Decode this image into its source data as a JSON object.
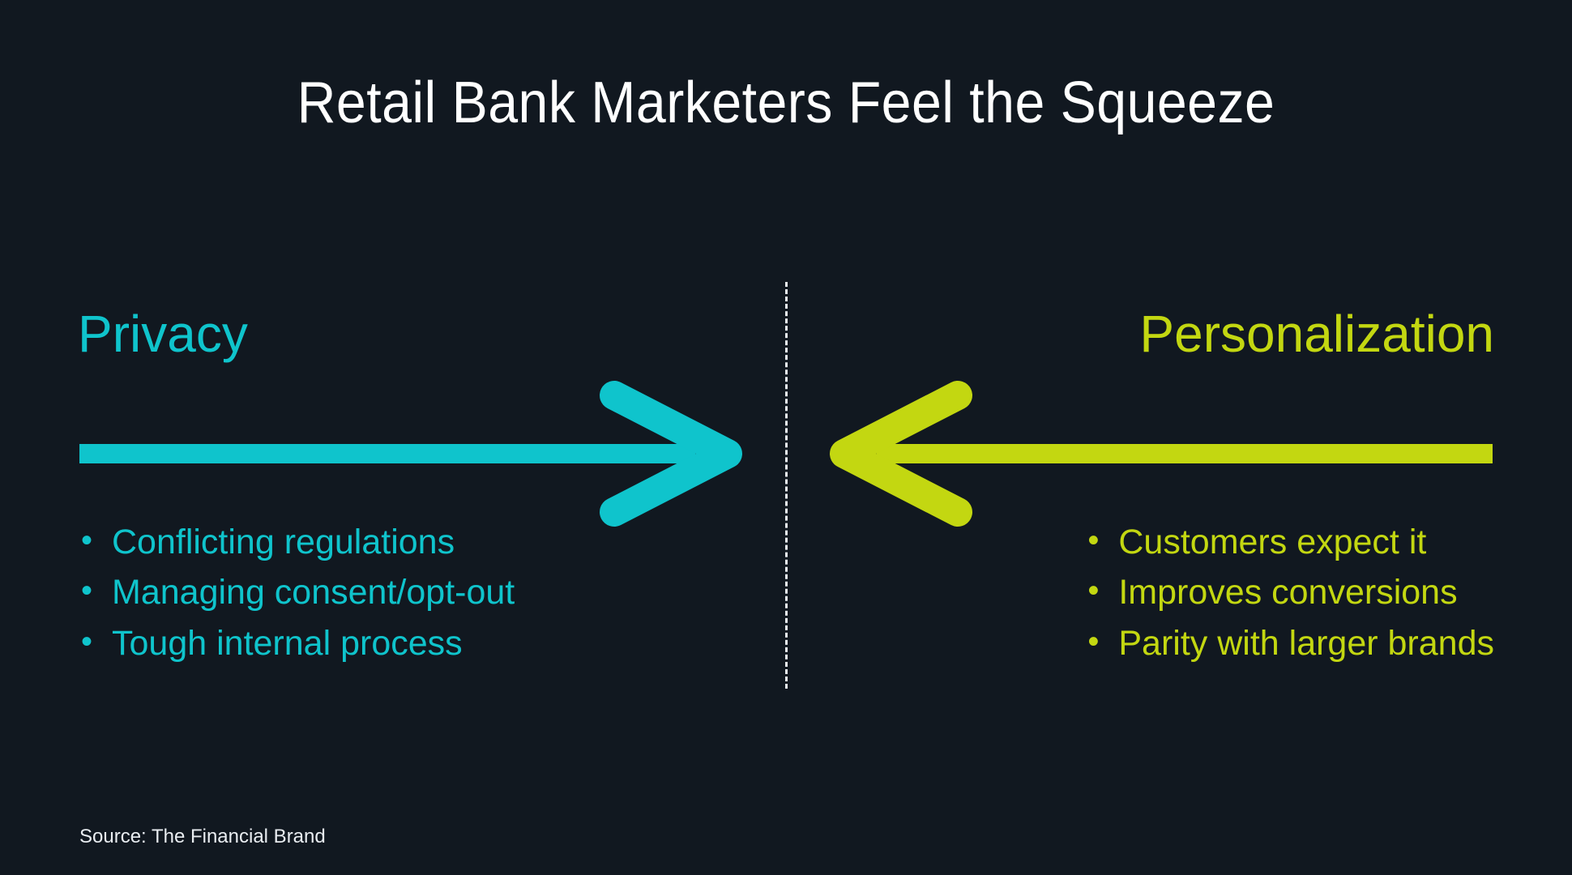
{
  "slide": {
    "title": "Retail Bank Marketers Feel the Squeeze",
    "background_color": "#111820",
    "source_note": "Source: The Financial Brand"
  },
  "left_column": {
    "heading": "Privacy",
    "color": "#0FC4CC",
    "arrow_direction": "right",
    "bullets": [
      "Conflicting regulations",
      "Managing consent/opt-out",
      "Tough internal process"
    ]
  },
  "right_column": {
    "heading": "Personalization",
    "color": "#C3D711",
    "arrow_direction": "left",
    "bullets": [
      "Customers expect it",
      "Improves conversions",
      "Parity with larger brands"
    ]
  },
  "divider": {
    "style": "dashed",
    "color": "#E9EDF1"
  }
}
